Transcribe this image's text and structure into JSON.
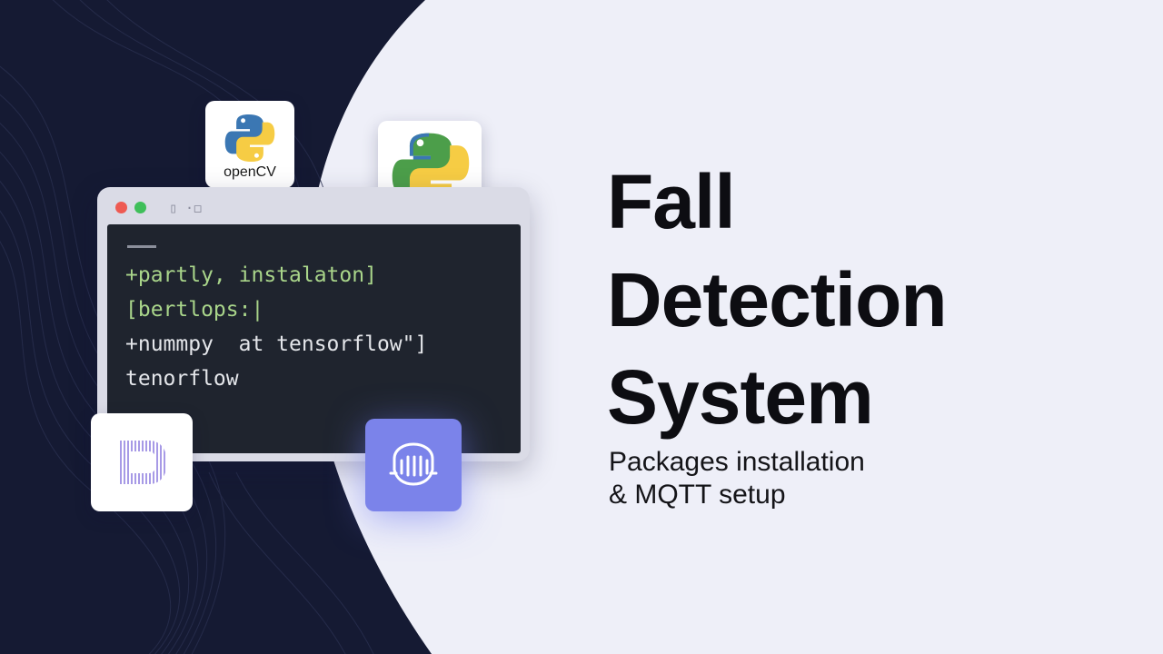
{
  "hero": {
    "title_lines": [
      "Fall",
      "Detection",
      "System"
    ],
    "subtitle_lines": [
      "Packages installation",
      "& MQTT setup"
    ]
  },
  "cards": {
    "opencv": {
      "label": "openCV",
      "icon": "python-logo-icon"
    },
    "python": {
      "icon": "python-logo-icon"
    },
    "lines": {
      "icon": "striped-c-logo-icon"
    },
    "mqtt": {
      "icon": "robot-hand-icon"
    }
  },
  "terminal": {
    "titlebar_icon": "▯ ·◻",
    "lines": [
      {
        "text": "+partly, instalaton]",
        "color": "green"
      },
      {
        "text": "[bertlops:|",
        "color": "green"
      },
      {
        "text": "+nummpy  at tensorflow\"]",
        "color": "white"
      },
      {
        "text": "tenorflow",
        "color": "white"
      }
    ]
  },
  "colors": {
    "dark_bg": "#151a33",
    "light_bg": "#eeeff8",
    "accent": "#7b83ea",
    "code_green": "#a9d58a",
    "python_blue": "#3b77b3",
    "python_yellow": "#f6cc44",
    "python_green": "#4c9e4a"
  }
}
